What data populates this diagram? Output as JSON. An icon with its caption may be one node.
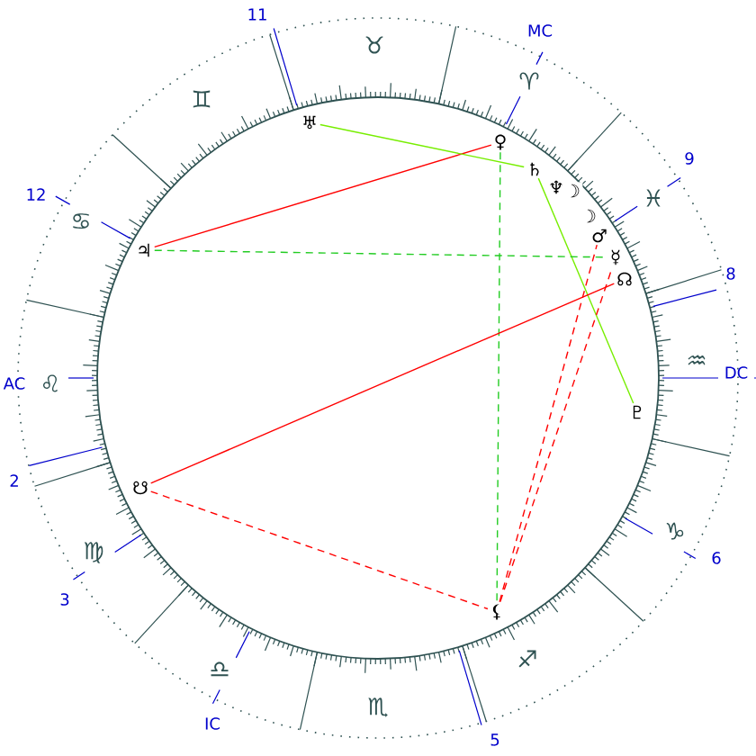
{
  "diagram": {
    "nodes": [
      {
        "text": [
          "♅"
        ]
      },
      {
        "text": [
          "♀"
        ]
      },
      {
        "text": [
          "♄"
        ]
      },
      {
        "text": [
          "♆"
        ]
      },
      {
        "text": [
          "☽"
        ]
      },
      {
        "text": [
          "☽"
        ]
      },
      {
        "text": [
          "♂"
        ]
      },
      {
        "text": [
          "☿"
        ]
      },
      {
        "text": [
          "☊"
        ]
      },
      {
        "text": [
          "♃"
        ]
      },
      {
        "text": [
          "☋"
        ]
      },
      {
        "text": [
          "♇"
        ]
      },
      {
        "text": [
          "⚸"
        ]
      }
    ],
    "edges": [
      {
        "from": 9,
        "to": 1,
        "arrow": "none",
        "color": "#ff0000"
      },
      {
        "from": 0,
        "to": 2,
        "arrow": "none",
        "color": "#77ee00"
      },
      {
        "from": 2,
        "to": 11,
        "arrow": "none",
        "color": "#77ee00"
      },
      {
        "from": 9,
        "to": 7,
        "arrow": "none",
        "style": "dashed",
        "color": "#22cc22"
      },
      {
        "from": 1,
        "to": 12,
        "arrow": "none",
        "style": "dashed",
        "color": "#22cc22"
      },
      {
        "from": 10,
        "to": 8,
        "arrow": "none",
        "color": "#ff0000"
      },
      {
        "from": 10,
        "to": 12,
        "arrow": "none",
        "style": "dashed",
        "color": "#ff0000"
      },
      {
        "from": 12,
        "to": 6,
        "arrow": "none",
        "style": "dashed",
        "color": "#ff0000"
      },
      {
        "from": 12,
        "to": 7,
        "arrow": "none",
        "style": "dashed",
        "color": "#ff0000"
      }
    ],
    "labels": [
      "11",
      "MC",
      "♉",
      "♈",
      "♊",
      "9",
      "12",
      "♓",
      "♋",
      "8",
      "♒",
      "DC",
      "AC",
      "♌",
      "2",
      "♑",
      "♍",
      "6",
      "3",
      "♐",
      "♎",
      "♏",
      "IC",
      "5"
    ]
  }
}
